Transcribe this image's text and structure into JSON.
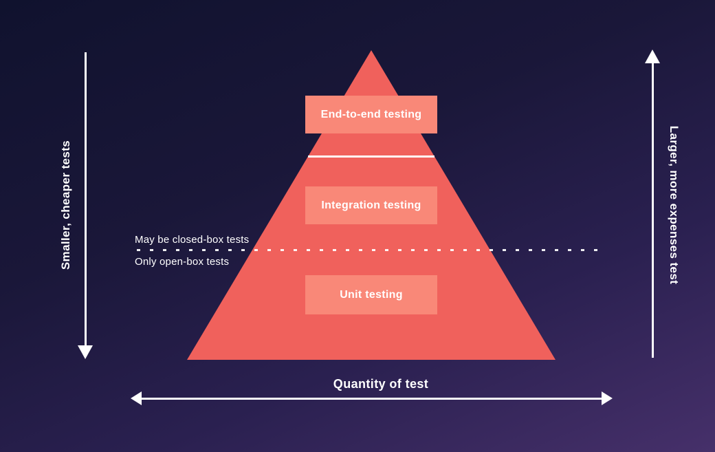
{
  "pyramid": {
    "levels": [
      {
        "label": "End-to-end testing"
      },
      {
        "label": "Integration testing"
      },
      {
        "label": "Unit testing"
      }
    ]
  },
  "boundary": {
    "above_label": "May be closed-box tests",
    "below_label": "Only open-box tests"
  },
  "axes": {
    "left_label": "Smaller, cheaper tests",
    "right_label": "Larger, more expenses test",
    "bottom_label": "Quantity of test"
  },
  "colors": {
    "bg-top": "#10122e",
    "bg-bottom": "#46306a",
    "pyramid": "#f0615c",
    "tier-box": "#f98878",
    "text": "#ffffff"
  }
}
